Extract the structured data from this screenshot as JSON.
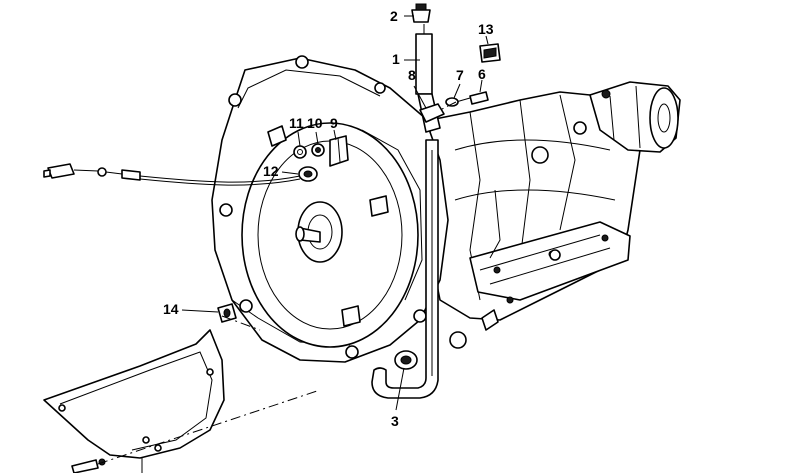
{
  "diagram": {
    "callouts": [
      {
        "id": "c1",
        "text": "1"
      },
      {
        "id": "c2",
        "text": "2"
      },
      {
        "id": "c3",
        "text": "3"
      },
      {
        "id": "c6",
        "text": "6"
      },
      {
        "id": "c7",
        "text": "7"
      },
      {
        "id": "c8",
        "text": "8"
      },
      {
        "id": "c9",
        "text": "9"
      },
      {
        "id": "c10",
        "text": "10"
      },
      {
        "id": "c11",
        "text": "11"
      },
      {
        "id": "c12",
        "text": "12"
      },
      {
        "id": "c13",
        "text": "13"
      },
      {
        "id": "c14",
        "text": "14"
      }
    ]
  }
}
